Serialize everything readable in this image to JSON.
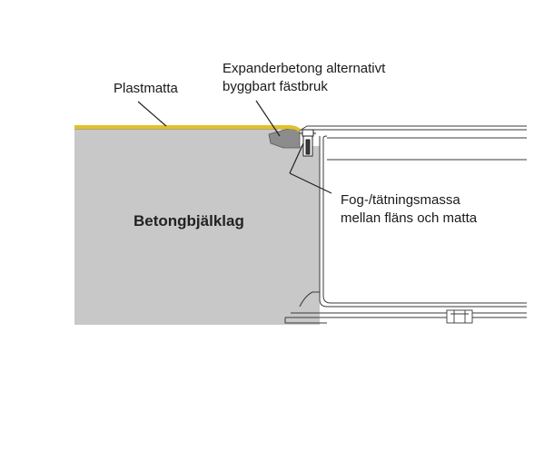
{
  "labels": {
    "plastic_mat": "Plastmatta",
    "expander_line1": "Expanderbetong alternativt",
    "expander_line2": "byggbart fästbruk",
    "joint_line1": "Fog-/tätningsmassa",
    "joint_line2": "mellan fläns och matta",
    "concrete": "Betongbjälklag"
  },
  "colors": {
    "concrete": "#c8c8c8",
    "mat": "#e2c12a",
    "mortar": "#8c8c8c",
    "line": "#3a3a3a",
    "leader": "#222222"
  }
}
